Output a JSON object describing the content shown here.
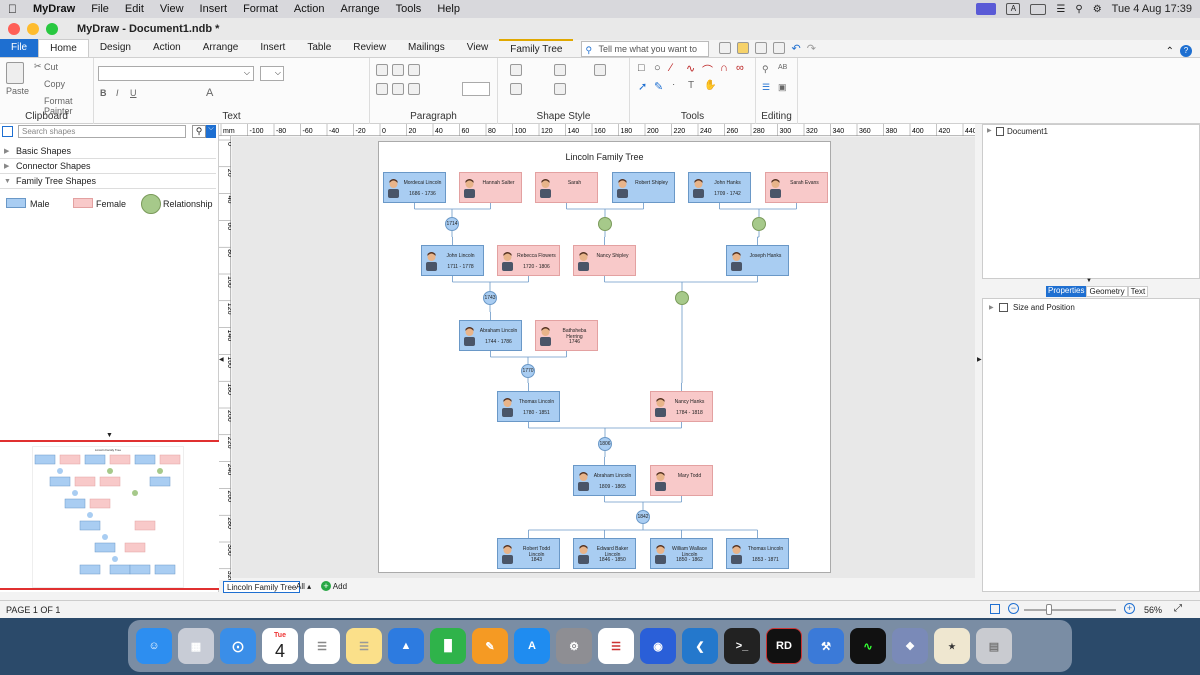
{
  "menubar": {
    "app": "MyDraw",
    "items": [
      "File",
      "Edit",
      "View",
      "Insert",
      "Format",
      "Action",
      "Arrange",
      "Tools",
      "Help"
    ],
    "clock": "Tue 4 Aug  17:39"
  },
  "window": {
    "title": "MyDraw - Document1.ndb *"
  },
  "ribbon_tabs": [
    "File",
    "Home",
    "Design",
    "Action",
    "Arrange",
    "Insert",
    "Table",
    "Review",
    "Mailings",
    "View",
    "Family Tree"
  ],
  "tellme_placeholder": "Tell me what you want to do",
  "clipboard": {
    "paste": "Paste",
    "cut": "Cut",
    "copy": "Copy",
    "format_painter": "Format Painter",
    "label": "Clipboard"
  },
  "group_labels": {
    "text": "Text",
    "paragraph": "Paragraph",
    "shape_style": "Shape Style",
    "tools": "Tools",
    "editing": "Editing"
  },
  "ruler_top": [
    "mm",
    "-100",
    "-80",
    "-60",
    "-40",
    "-20",
    "0",
    "20",
    "40",
    "60",
    "80",
    "100",
    "120",
    "140",
    "160",
    "180",
    "200",
    "220",
    "240",
    "260",
    "280",
    "300",
    "320",
    "340",
    "360",
    "380",
    "400",
    "420",
    "440"
  ],
  "ruler_left": [
    "0",
    "20",
    "40",
    "60",
    "80",
    "100",
    "120",
    "140",
    "160",
    "180",
    "200",
    "220",
    "240",
    "260",
    "280",
    "300",
    "320"
  ],
  "left_panel": {
    "search_placeholder": "Search shapes",
    "sections": [
      "Basic Shapes",
      "Connector Shapes",
      "Family Tree Shapes"
    ],
    "legend": {
      "male": "Male",
      "female": "Female",
      "relationship": "Relationship"
    },
    "thumb_title": "Lincoln Family Tree"
  },
  "diagram": {
    "title": "Lincoln Family Tree",
    "nodes": [
      {
        "id": "n1",
        "name": "Mordecai Lincoln",
        "dates": "1686 - 1736",
        "sex": "m"
      },
      {
        "id": "n2",
        "name": "Hannah Salter",
        "dates": "",
        "sex": "f"
      },
      {
        "id": "n3",
        "name": "Sarah",
        "dates": "",
        "sex": "f"
      },
      {
        "id": "n4",
        "name": "Robert Shipley",
        "dates": "",
        "sex": "m"
      },
      {
        "id": "n5",
        "name": "John Hanks",
        "dates": "1709 - 1742",
        "sex": "m"
      },
      {
        "id": "n6",
        "name": "Sarah Evans",
        "dates": "",
        "sex": "f"
      },
      {
        "id": "n7",
        "name": "John Lincoln",
        "dates": "1711 - 1778",
        "sex": "m"
      },
      {
        "id": "n8",
        "name": "Rebecca Flowers",
        "dates": "1720 - 1806",
        "sex": "f"
      },
      {
        "id": "n9",
        "name": "Nancy Shipley",
        "dates": "",
        "sex": "f"
      },
      {
        "id": "n10",
        "name": "Joseph Hanks",
        "dates": "",
        "sex": "m"
      },
      {
        "id": "n11",
        "name": "Abraham Lincoln",
        "dates": "1744 - 1786",
        "sex": "m"
      },
      {
        "id": "n12",
        "name": "Bathsheba Herring",
        "dates": "1746",
        "sex": "f"
      },
      {
        "id": "n13",
        "name": "Thomas Lincoln",
        "dates": "1780 - 1851",
        "sex": "m"
      },
      {
        "id": "n14",
        "name": "Nancy Hanks",
        "dates": "1784 - 1818",
        "sex": "f"
      },
      {
        "id": "n15",
        "name": "Abraham Lincoln",
        "dates": "1809 - 1865",
        "sex": "m"
      },
      {
        "id": "n16",
        "name": "Mary Todd",
        "dates": "",
        "sex": "f"
      },
      {
        "id": "n17",
        "name": "Robert Todd Lincoln",
        "dates": "1843",
        "sex": "m"
      },
      {
        "id": "n18",
        "name": "Edward Baker Lincoln",
        "dates": "1846 - 1850",
        "sex": "m"
      },
      {
        "id": "n19",
        "name": "William Wallace Lincoln",
        "dates": "1850 - 1862",
        "sex": "m"
      },
      {
        "id": "n20",
        "name": "Thomas Lincoln",
        "dates": "1853 - 1871",
        "sex": "m"
      }
    ],
    "marriages": [
      {
        "id": "r1",
        "year": "1714"
      },
      {
        "id": "r2",
        "year": ""
      },
      {
        "id": "r3",
        "year": ""
      },
      {
        "id": "r4",
        "year": "1743"
      },
      {
        "id": "r5",
        "year": ""
      },
      {
        "id": "r6",
        "year": "1770"
      },
      {
        "id": "r7",
        "year": "1806"
      },
      {
        "id": "r8",
        "year": "1842"
      }
    ]
  },
  "page_tabs": {
    "current": "Lincoln Family Tree",
    "all": "All",
    "add": "Add"
  },
  "right_panel": {
    "doc": "Document1",
    "tabs": [
      "Properties",
      "Geometry",
      "Text"
    ],
    "prop_item": "Size and Position"
  },
  "status": {
    "page": "PAGE 1 OF 1",
    "zoom": "56%"
  },
  "dock_date": {
    "day": "Tue",
    "num": "4"
  }
}
